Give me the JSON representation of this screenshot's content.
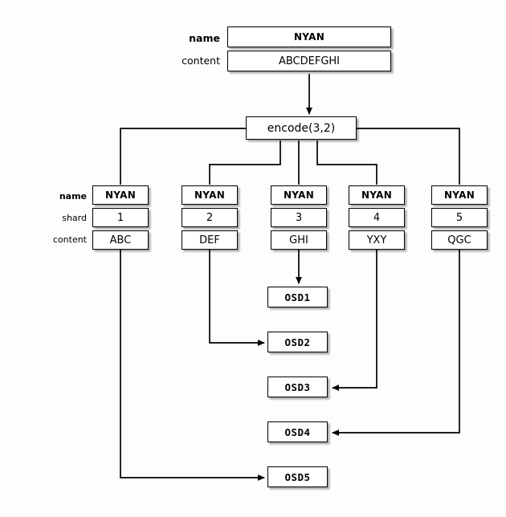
{
  "diagram": {
    "title": "erasure-coded-object-placement",
    "background": "#fdfdfd",
    "line_color": "#000000",
    "box_fill": "#ffffff",
    "box_border": "#000000"
  },
  "object": {
    "labels": {
      "name": "name",
      "content": "content"
    },
    "name_value": "NYAN",
    "content_value": "ABCDEFGHI"
  },
  "encode": {
    "label": "encode(3,2)"
  },
  "shard_labels": {
    "name": "name",
    "shard": "shard",
    "content": "content"
  },
  "shards": [
    {
      "name": "NYAN",
      "shard": "1",
      "content": "ABC",
      "target": "OSD5"
    },
    {
      "name": "NYAN",
      "shard": "2",
      "content": "DEF",
      "target": "OSD2"
    },
    {
      "name": "NYAN",
      "shard": "3",
      "content": "GHI",
      "target": "OSD1"
    },
    {
      "name": "NYAN",
      "shard": "4",
      "content": "YXY",
      "target": "OSD3"
    },
    {
      "name": "NYAN",
      "shard": "5",
      "content": "QGC",
      "target": "OSD4"
    }
  ],
  "osds": [
    {
      "label": "OSD1"
    },
    {
      "label": "OSD2"
    },
    {
      "label": "OSD3"
    },
    {
      "label": "OSD4"
    },
    {
      "label": "OSD5"
    }
  ]
}
